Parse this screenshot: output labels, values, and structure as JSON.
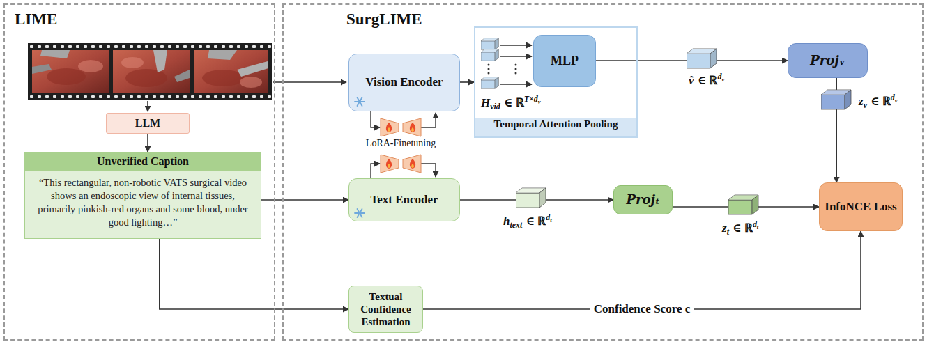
{
  "diagram": {
    "nodes": [
      {
        "text": [
          "LIME"
        ]
      },
      {
        "text": [
          "SurgLIME"
        ]
      },
      {
        "text": [
          "LLM"
        ],
        "in": 0
      },
      {
        "text": [
          "Unverified Caption",
          "“This rectangular, non-robotic VATS surgical video shows an endoscopic view of internal tissues, primarily pinkish-red organs and some blood, under good lighting…”"
        ],
        "in": 0
      },
      {
        "text": [
          "Vision Encoder"
        ],
        "in": 1
      },
      {
        "text": [
          "Temporal Attention Pooling"
        ],
        "in": 1
      },
      {
        "text": [
          "MLP"
        ],
        "in": 5
      },
      {
        "text": [
          "Projᵥ"
        ],
        "in": 1
      },
      {
        "text": [
          "Text Encoder"
        ],
        "in": 1
      },
      {
        "text": [
          "Textual Confidence Estimation"
        ],
        "in": 1
      },
      {
        "text": [
          "Projₜ"
        ],
        "in": 1
      },
      {
        "text": [
          "InfoNCE Loss"
        ],
        "in": 1
      }
    ],
    "edges": [
      {
        "from": 2,
        "to": 3,
        "arrow": "to"
      },
      {
        "from": 3,
        "to": 8,
        "arrow": "to"
      },
      {
        "from": 3,
        "to": 9,
        "arrow": "to"
      },
      {
        "from": 4,
        "to": 5,
        "arrow": "to"
      },
      {
        "from": 6,
        "to": 7,
        "arrow": "to"
      },
      {
        "from": 7,
        "to": 11,
        "arrow": "to"
      },
      {
        "from": 8,
        "to": 10,
        "arrow": "to"
      },
      {
        "from": 10,
        "to": 11,
        "arrow": "to"
      },
      {
        "from": 9,
        "to": 11,
        "label": "Confidence Score c",
        "arrow": "to"
      }
    ],
    "labels": [
      "LoRA-Finetuning",
      "H",
      "vid",
      "∈ ℝ",
      "T×d",
      "v",
      "ṽ",
      "∈ ℝ",
      "d",
      "v",
      "z",
      "v",
      "∈ ℝ",
      "d",
      "v",
      "h",
      "text",
      "∈ ℝ",
      "d",
      "t",
      "z",
      "t",
      "∈ ℝ",
      "d",
      "t"
    ]
  }
}
